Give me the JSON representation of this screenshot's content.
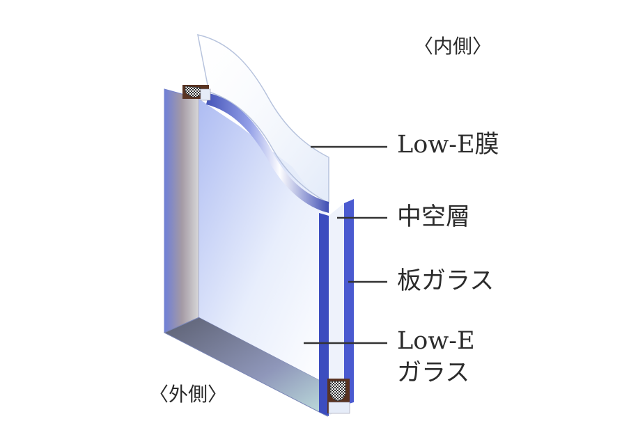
{
  "diagram": {
    "side_inner": "〈内側〉",
    "side_outer": "〈外側〉",
    "callouts": [
      {
        "id": "low-e-film",
        "text": "Low-E膜"
      },
      {
        "id": "hollow-layer",
        "text": "中空層"
      },
      {
        "id": "plate-glass",
        "text": "板ガラス"
      },
      {
        "id": "low-e-glass",
        "line1": "Low-E",
        "line2": "ガラス"
      }
    ],
    "colors": {
      "glass_blue": "#5a6cd0",
      "glass_edge_dark": "#2f3d9a",
      "frame_brown": "#5a3422",
      "spacer_light": "#e6ecf8",
      "leader_line": "#333333"
    }
  }
}
